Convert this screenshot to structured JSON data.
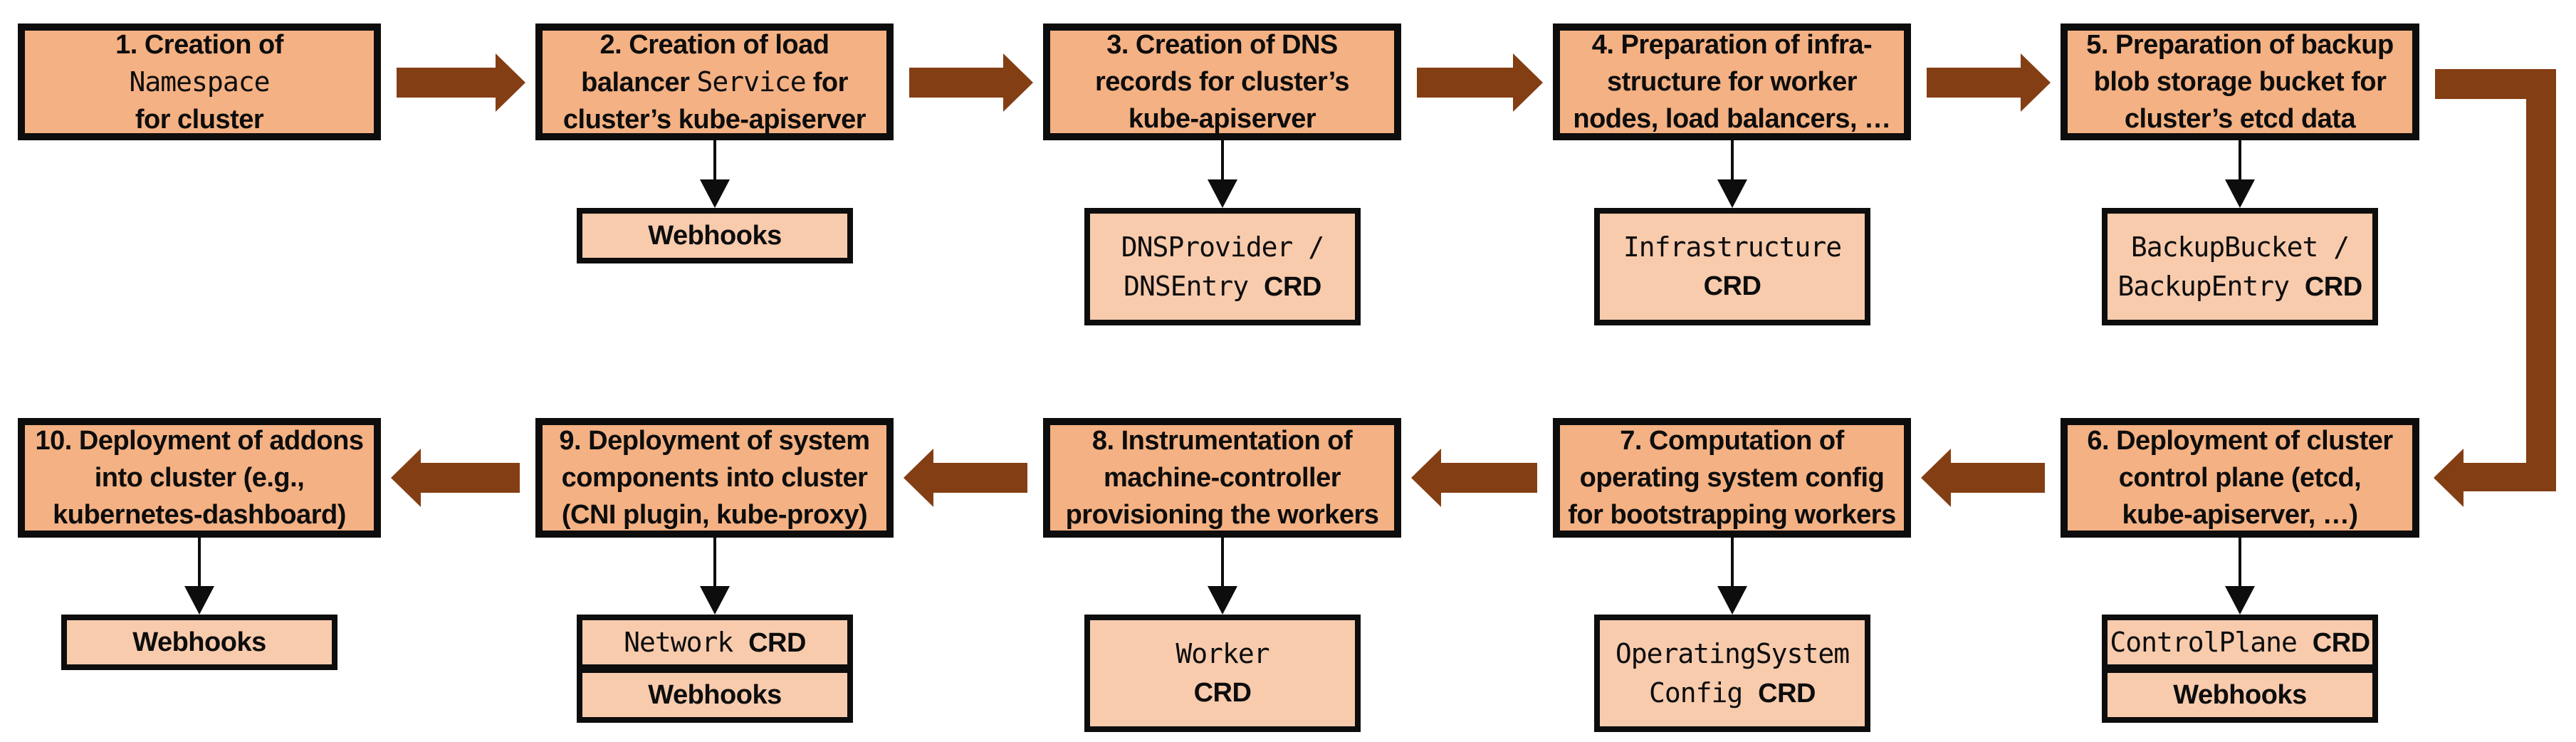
{
  "title": "Cluster creation flow diagram",
  "colors": {
    "main_box_fill": "#F4B183",
    "sub_box_fill": "#F8CBAD",
    "arrow_brown": "#843E14",
    "ink_black": "#0D0D0D",
    "background": "#FFFFFF"
  },
  "steps": [
    {
      "num": "1",
      "label_lines": [
        [
          {
            "t": "1. Creation of",
            "f": "s"
          }
        ],
        [
          {
            "t": "Namespace",
            "f": "m"
          }
        ],
        [
          {
            "t": "for cluster",
            "f": "s"
          }
        ]
      ],
      "attachment_rows": []
    },
    {
      "num": "2",
      "label_lines": [
        [
          {
            "t": "2. Creation of load",
            "f": "s"
          }
        ],
        [
          {
            "t": "balancer ",
            "f": "s"
          },
          {
            "t": "Service",
            "f": "m"
          },
          {
            "t": " for",
            "f": "s"
          }
        ],
        [
          {
            "t": "cluster’s kube-apiserver",
            "f": "s"
          }
        ]
      ],
      "attachment_rows": [
        {
          "size": "single",
          "lines": [
            [
              {
                "t": "Webhooks",
                "f": "s"
              }
            ]
          ]
        }
      ]
    },
    {
      "num": "3",
      "label_lines": [
        [
          {
            "t": "3. Creation of DNS",
            "f": "s"
          }
        ],
        [
          {
            "t": "records for cluster’s",
            "f": "s"
          }
        ],
        [
          {
            "t": "kube-apiserver",
            "f": "s"
          }
        ]
      ],
      "attachment_rows": [
        {
          "size": "double",
          "lines": [
            [
              {
                "t": "DNSProvider /",
                "f": "m"
              }
            ],
            [
              {
                "t": "DNSEntry ",
                "f": "m"
              },
              {
                "t": "CRD",
                "f": "s"
              }
            ]
          ]
        }
      ]
    },
    {
      "num": "4",
      "label_lines": [
        [
          {
            "t": "4. Preparation of infra-",
            "f": "s"
          }
        ],
        [
          {
            "t": "structure for worker",
            "f": "s"
          }
        ],
        [
          {
            "t": "nodes, load balancers, …",
            "f": "s"
          }
        ]
      ],
      "attachment_rows": [
        {
          "size": "double",
          "lines": [
            [
              {
                "t": "Infrastructure",
                "f": "m"
              }
            ],
            [
              {
                "t": "CRD",
                "f": "s"
              }
            ]
          ]
        }
      ]
    },
    {
      "num": "5",
      "label_lines": [
        [
          {
            "t": "5. Preparation of backup",
            "f": "s"
          }
        ],
        [
          {
            "t": "blob storage bucket for",
            "f": "s"
          }
        ],
        [
          {
            "t": "cluster’s etcd data",
            "f": "s"
          }
        ]
      ],
      "attachment_rows": [
        {
          "size": "double",
          "lines": [
            [
              {
                "t": "BackupBucket /",
                "f": "m"
              }
            ],
            [
              {
                "t": "BackupEntry ",
                "f": "m"
              },
              {
                "t": "CRD",
                "f": "s"
              }
            ]
          ]
        }
      ]
    },
    {
      "num": "6",
      "label_lines": [
        [
          {
            "t": "6. Deployment of cluster",
            "f": "s"
          }
        ],
        [
          {
            "t": "control plane (etcd,",
            "f": "s"
          }
        ],
        [
          {
            "t": "kube-apiserver, …)",
            "f": "s"
          }
        ]
      ],
      "attachment_rows": [
        {
          "size": "single",
          "lines": [
            [
              {
                "t": "ControlPlane ",
                "f": "m"
              },
              {
                "t": "CRD",
                "f": "s"
              }
            ]
          ]
        },
        {
          "size": "single",
          "lines": [
            [
              {
                "t": "Webhooks",
                "f": "s"
              }
            ]
          ]
        }
      ]
    },
    {
      "num": "7",
      "label_lines": [
        [
          {
            "t": "7. Computation of",
            "f": "s"
          }
        ],
        [
          {
            "t": "operating system config",
            "f": "s"
          }
        ],
        [
          {
            "t": "for bootstrapping workers",
            "f": "s"
          }
        ]
      ],
      "attachment_rows": [
        {
          "size": "double",
          "lines": [
            [
              {
                "t": "OperatingSystem",
                "f": "m"
              }
            ],
            [
              {
                "t": "Config ",
                "f": "m"
              },
              {
                "t": "CRD",
                "f": "s"
              }
            ]
          ]
        }
      ]
    },
    {
      "num": "8",
      "label_lines": [
        [
          {
            "t": "8. Instrumentation of",
            "f": "s"
          }
        ],
        [
          {
            "t": "machine-controller",
            "f": "s"
          }
        ],
        [
          {
            "t": "provisioning the workers",
            "f": "s"
          }
        ]
      ],
      "attachment_rows": [
        {
          "size": "double",
          "lines": [
            [
              {
                "t": "Worker",
                "f": "m"
              }
            ],
            [
              {
                "t": "CRD",
                "f": "s"
              }
            ]
          ]
        }
      ]
    },
    {
      "num": "9",
      "label_lines": [
        [
          {
            "t": "9. Deployment of system",
            "f": "s"
          }
        ],
        [
          {
            "t": "components into cluster",
            "f": "s"
          }
        ],
        [
          {
            "t": "(CNI plugin, kube-proxy)",
            "f": "s"
          }
        ]
      ],
      "attachment_rows": [
        {
          "size": "single",
          "lines": [
            [
              {
                "t": "Network ",
                "f": "m"
              },
              {
                "t": "CRD",
                "f": "s"
              }
            ]
          ]
        },
        {
          "size": "single",
          "lines": [
            [
              {
                "t": "Webhooks",
                "f": "s"
              }
            ]
          ]
        }
      ]
    },
    {
      "num": "10",
      "label_lines": [
        [
          {
            "t": "10. Deployment of addons",
            "f": "s"
          }
        ],
        [
          {
            "t": "into cluster (e.g.,",
            "f": "s"
          }
        ],
        [
          {
            "t": "kubernetes-dashboard)",
            "f": "s"
          }
        ]
      ],
      "attachment_rows": [
        {
          "size": "single",
          "lines": [
            [
              {
                "t": "Webhooks",
                "f": "s"
              }
            ]
          ]
        }
      ]
    }
  ]
}
